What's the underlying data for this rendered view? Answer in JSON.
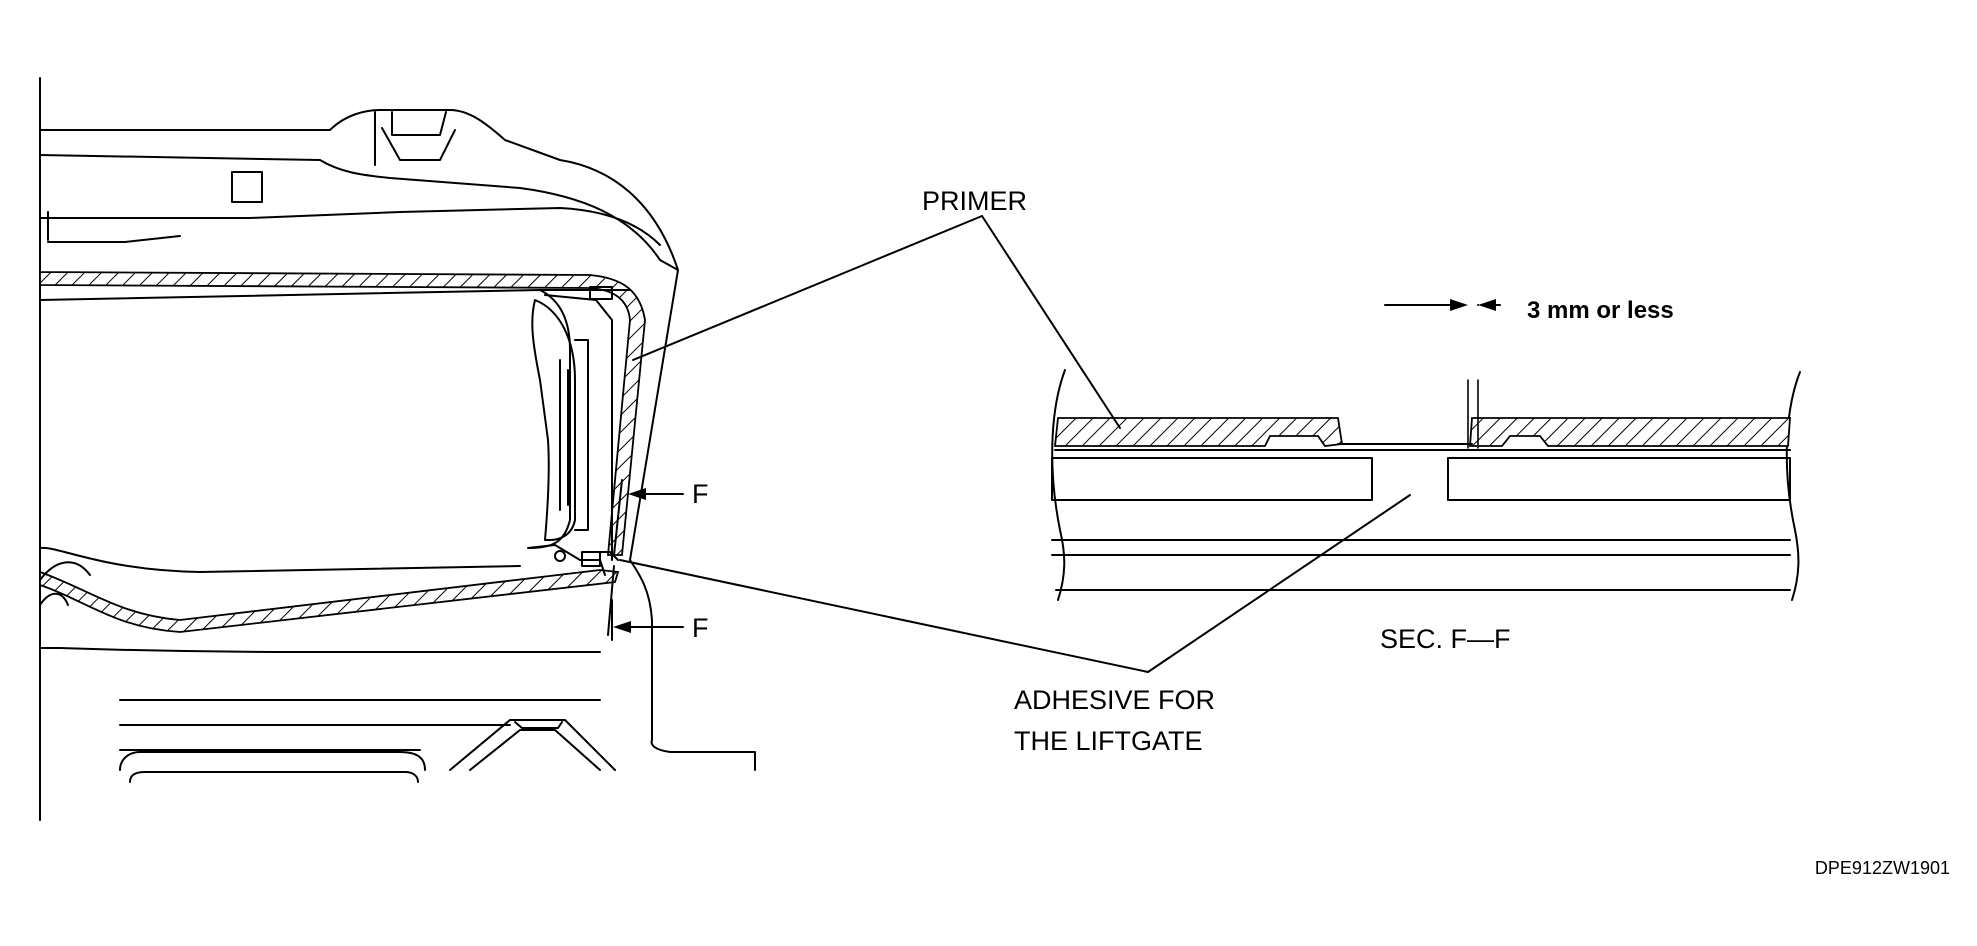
{
  "labels": {
    "primer": "PRIMER",
    "dimension": "3 mm or less",
    "section_mark_1": "F",
    "section_mark_2": "F",
    "section_title": "SEC. F—F",
    "adhesive_line1": "ADHESIVE FOR",
    "adhesive_line2": "THE LIFTGATE",
    "drawing_code": "DPE912ZW1901"
  },
  "colors": {
    "ink": "#000000",
    "paper": "#ffffff"
  }
}
